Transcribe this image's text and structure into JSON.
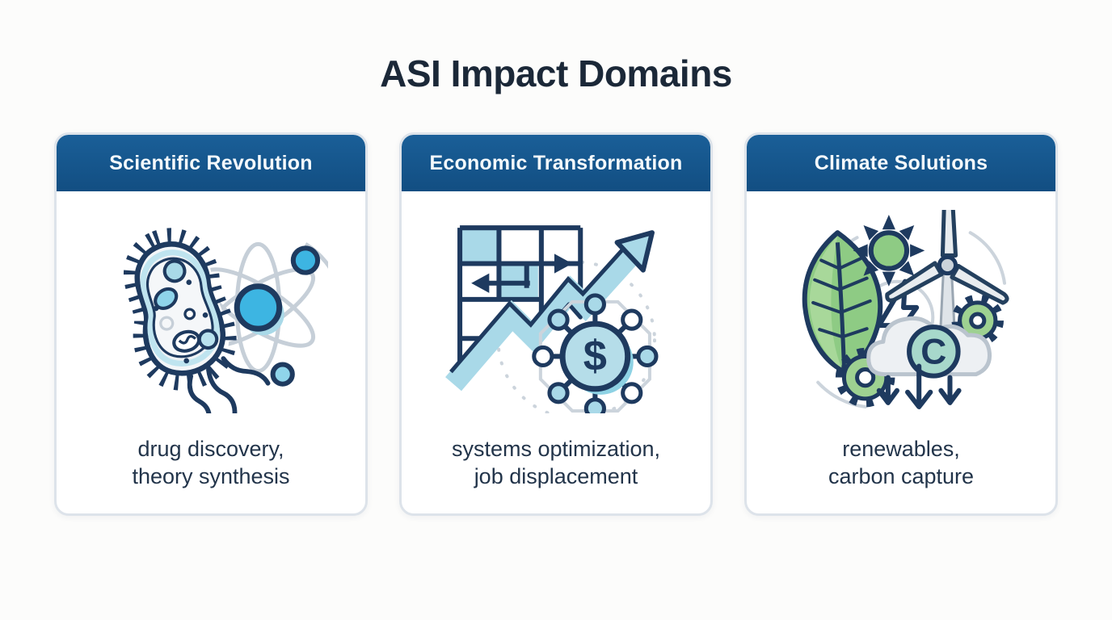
{
  "page": {
    "title": "ASI Impact Domains",
    "background": "#fcfcfb"
  },
  "colors": {
    "header_blue": "#14568c",
    "navy_outline": "#1e3a5f",
    "light_blue": "#a9d9e8",
    "bright_blue": "#3db5e2",
    "green": "#8ecb84",
    "teal": "#a7d8cb",
    "soft_gray": "#ccd4dc",
    "card_border": "#dde3ea",
    "title_text": "#1b2838",
    "caption_text": "#22344a"
  },
  "cards": [
    {
      "title": "Scientific Revolution",
      "icon": "bacterium-and-atom",
      "caption": [
        "drug discovery,",
        "theory synthesis"
      ]
    },
    {
      "title": "Economic Transformation",
      "icon": "grid-growth-arrow-dollar-network",
      "caption": [
        "systems optimization,",
        "job displacement"
      ]
    },
    {
      "title": "Climate Solutions",
      "icon": "leaf-sun-turbine-gears-carbon-cloud",
      "caption": [
        "renewables,",
        "carbon capture"
      ]
    }
  ],
  "icons": {
    "dollar_glyph": "$",
    "carbon_glyph": "C"
  }
}
